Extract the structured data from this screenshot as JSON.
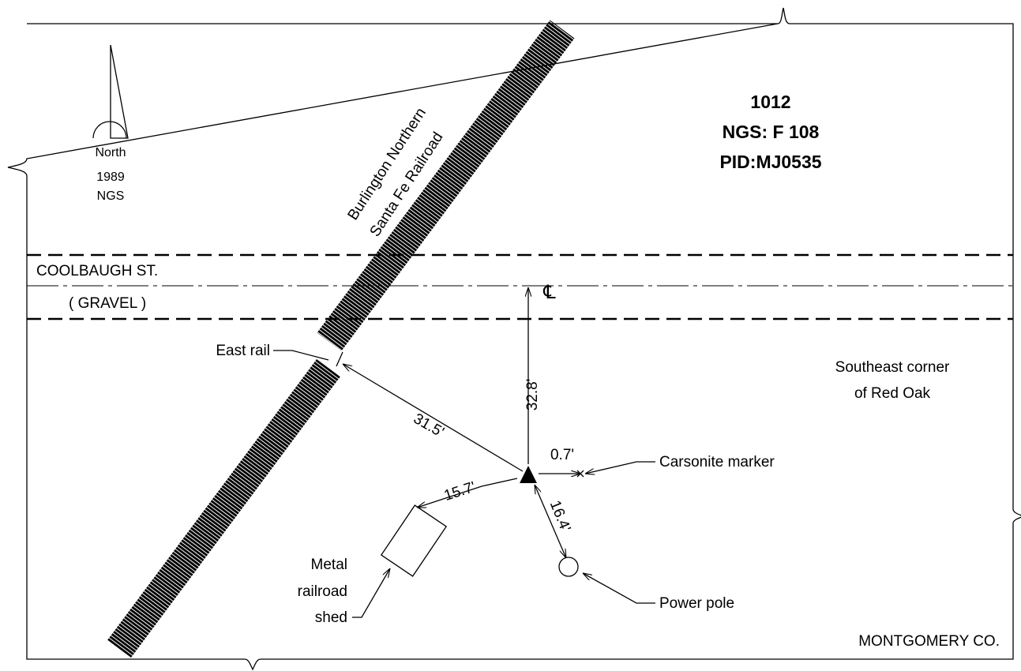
{
  "north": {
    "label": "North",
    "year": "1989",
    "agency": "NGS"
  },
  "station": {
    "number": "1012",
    "ngs": "NGS: F 108",
    "pid": "PID:MJ0535"
  },
  "railroad": {
    "line1": "Burlington Northern",
    "line2": "Santa Fe Railroad"
  },
  "street": {
    "name": "COOLBAUGH  ST.",
    "surface": "( GRAVEL )",
    "centerline_symbol": "℄"
  },
  "labels": {
    "east_rail": "East rail",
    "carsonite": "Carsonite marker",
    "power_pole": "Power pole",
    "shed": [
      "Metal",
      "railroad",
      "shed"
    ],
    "se_corner": [
      "Southeast corner",
      "of Red Oak"
    ],
    "county": "MONTGOMERY CO."
  },
  "distances": {
    "to_centerline": "32.8'",
    "to_east_rail": "31.5'",
    "to_carsonite": "0.7'",
    "to_shed": "15.7'",
    "to_power_pole": "16.4'"
  }
}
